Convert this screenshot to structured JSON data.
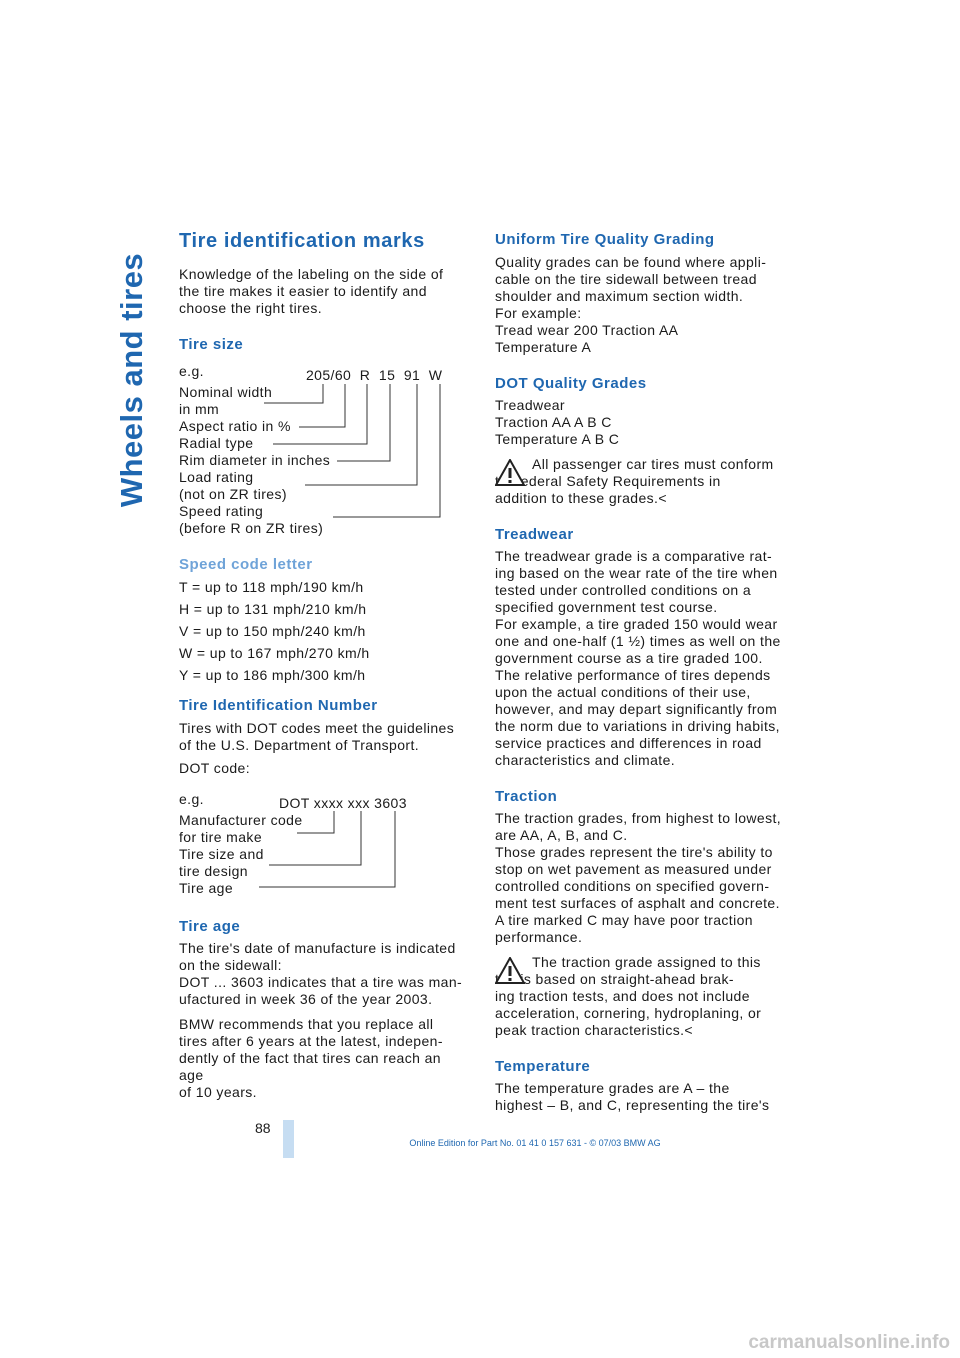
{
  "side_tab": "Wheels and tires",
  "left": {
    "title": "Tire identification marks",
    "intro": "Knowledge of the labeling on the side of\nthe tire makes it easier to identify and\nchoose the right tires.",
    "tire_size": {
      "heading": "Tire size",
      "eg": "e.g.",
      "code": "205/60  R  15  91  W",
      "labels": "Nominal width\nin mm\nAspect ratio in %\nRadial type\nRim diameter in inches\nLoad rating\n(not on ZR tires)\nSpeed rating\n(before R on ZR tires)"
    },
    "speed_code": {
      "heading": "Speed code letter",
      "items": [
        "T = up to 118 mph/190 km/h",
        "H = up to 131 mph/210 km/h",
        "V = up to 150 mph/240 km/h",
        "W = up to 167 mph/270 km/h",
        "Y = up to 186 mph/300 km/h"
      ]
    },
    "tin": {
      "heading": "Tire Identification Number",
      "text": "Tires with DOT codes meet the guidelines\nof the U.S. Department of Transport.",
      "dot_label": "DOT code:",
      "eg": "e.g.",
      "code": "DOT xxxx xxx 3603",
      "labels": "Manufacturer code\nfor tire make\nTire size and\ntire design\nTire age"
    },
    "tire_age": {
      "heading": "Tire age",
      "p1": "The tire's date of manufacture is indicated\non the sidewall:\nDOT ... 3603 indicates that a tire was man-\nufactured in week 36 of the year 2003.",
      "p2": "BMW recommends that you replace all\ntires after 6 years at the latest, indepen-\ndently of the fact that tires can reach an age\nof 10 years."
    }
  },
  "right": {
    "utqg": {
      "heading": "Uniform Tire Quality Grading",
      "text": "Quality grades can be found where appli-\ncable on the tire sidewall between tread\nshoulder and maximum section width.\nFor example:\nTread wear 200 Traction AA\nTemperature A"
    },
    "dot_grades": {
      "heading": "DOT Quality Grades",
      "text": "Treadwear\nTraction AA A B C\nTemperature A B C",
      "warning": "All passenger car tires must conform\nto Federal Safety Requirements in\naddition to these grades.<"
    },
    "treadwear": {
      "heading": "Treadwear",
      "text": "The treadwear grade is a comparative rat-\ning based on the wear rate of the tire when\ntested under controlled conditions on a\nspecified government test course.\nFor example, a tire graded 150 would wear\none and one-half (1 ½) times as well on the\ngovernment course as a tire graded 100.\nThe relative performance of tires depends\nupon the actual conditions of their use,\nhowever, and may depart significantly from\nthe norm due to variations in driving habits,\nservice practices and differences in road\ncharacteristics and climate."
    },
    "traction": {
      "heading": "Traction",
      "text": "The traction grades, from highest to lowest,\nare AA, A, B, and C.\nThose grades represent the tire's ability to\nstop on wet pavement as measured under\ncontrolled conditions on specified govern-\nment test surfaces of asphalt and concrete.\nA tire marked C may have poor traction\nperformance.",
      "warning": "The traction grade assigned to this\ntire is based on straight-ahead brak-\ning traction tests, and does not include\nacceleration, cornering, hydroplaning, or\npeak traction characteristics.<"
    },
    "temperature": {
      "heading": "Temperature",
      "text": "The temperature grades are A – the\nhighest – B, and C, representing the tire's"
    }
  },
  "page_number": "88",
  "footer": "Online Edition for Part No. 01 41 0 157 631 - © 07/03 BMW AG",
  "watermark": "carmanualsonline.info",
  "colors": {
    "accent": "#1f67b0",
    "subhead_light": "#6fa3d8",
    "page_bar": "#c6ddf2"
  }
}
